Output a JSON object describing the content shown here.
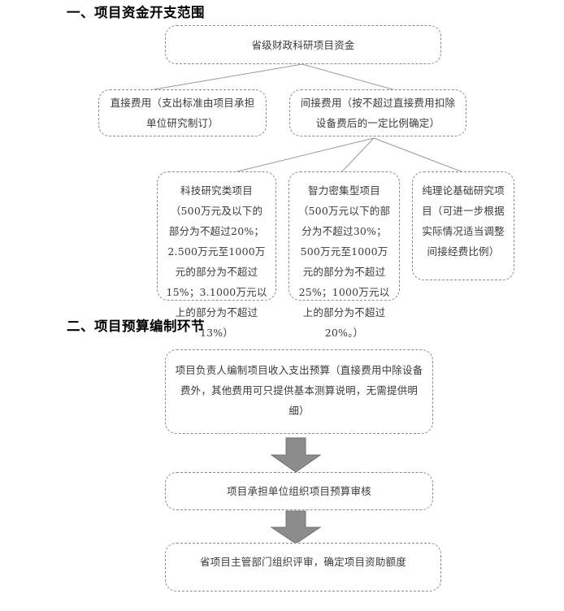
{
  "document": {
    "sections": [
      {
        "heading": "一、项目资金开支范围",
        "type": "hierarchy-diagram",
        "nodes": {
          "root": "省级财政科研项目资金",
          "direct": "直接费用（支出标准由项目承担单位研究制订）",
          "indirect": "间接费用（按不超过直接费用扣除设备费后的一定比例确定）",
          "tech": "科技研究类项目（500万元及以下的部分为不超过20%；2.500万元至1000万元的部分为不超过15%；3.1000万元以上的部分为不超过13%）",
          "intel": "智力密集型项目（500万元以下的部分为不超过30%；500万元至1000万元的部分为不超过25%；1000万元以上的部分为不超过20%。）",
          "theory": "纯理论基础研究项目（可进一步根据实际情况适当调整间接经费比例）"
        },
        "connectors": [
          {
            "from": "root",
            "to": "direct"
          },
          {
            "from": "root",
            "to": "indirect"
          },
          {
            "from": "indirect",
            "to": "tech"
          },
          {
            "from": "indirect",
            "to": "intel"
          },
          {
            "from": "indirect",
            "to": "theory"
          }
        ]
      },
      {
        "heading": "二、项目预算编制环节",
        "type": "flow-diagram",
        "steps": [
          "项目负责人编制项目收入支出预算（直接费用中除设备费外，其他费用可只提供基本测算说明，无需提供明细）",
          "项目承担单位组织项目预算审核",
          "省项目主管部门组织评审，确定项目资助额度"
        ],
        "arrows": [
          {
            "name": "down-arrow-1",
            "icon": "down-block-arrow-icon"
          },
          {
            "name": "down-arrow-2",
            "icon": "down-block-arrow-icon"
          }
        ]
      }
    ]
  },
  "colors": {
    "node_border": "#8a8a8a",
    "node_text": "#3a3a3a",
    "heading_text": "#000000",
    "connector_line": "#9a9a9a",
    "arrow_fill": "#8c8c8c",
    "arrow_stroke": "#6f6f6f",
    "background": "#ffffff"
  }
}
